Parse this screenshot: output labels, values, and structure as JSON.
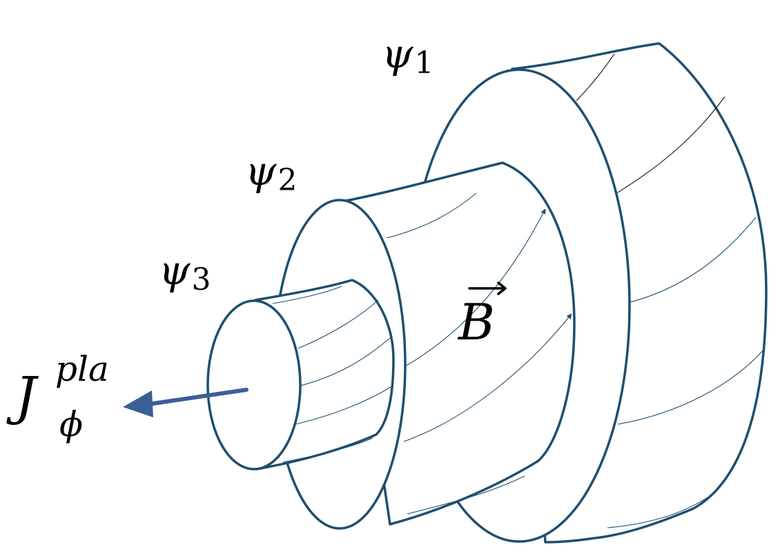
{
  "surfaces": [
    {
      "symbol": "ψ",
      "subscript": "1"
    },
    {
      "symbol": "ψ",
      "subscript": "2"
    },
    {
      "symbol": "ψ",
      "subscript": "3"
    }
  ],
  "field": {
    "symbol": "B"
  },
  "current": {
    "symbol": "J",
    "superscript": "pla",
    "subscript": "ϕ"
  },
  "colors": {
    "outline": "#1f4e6e",
    "current_arrow": "#3a5f97",
    "text": "#000000",
    "background": "#ffffff"
  }
}
